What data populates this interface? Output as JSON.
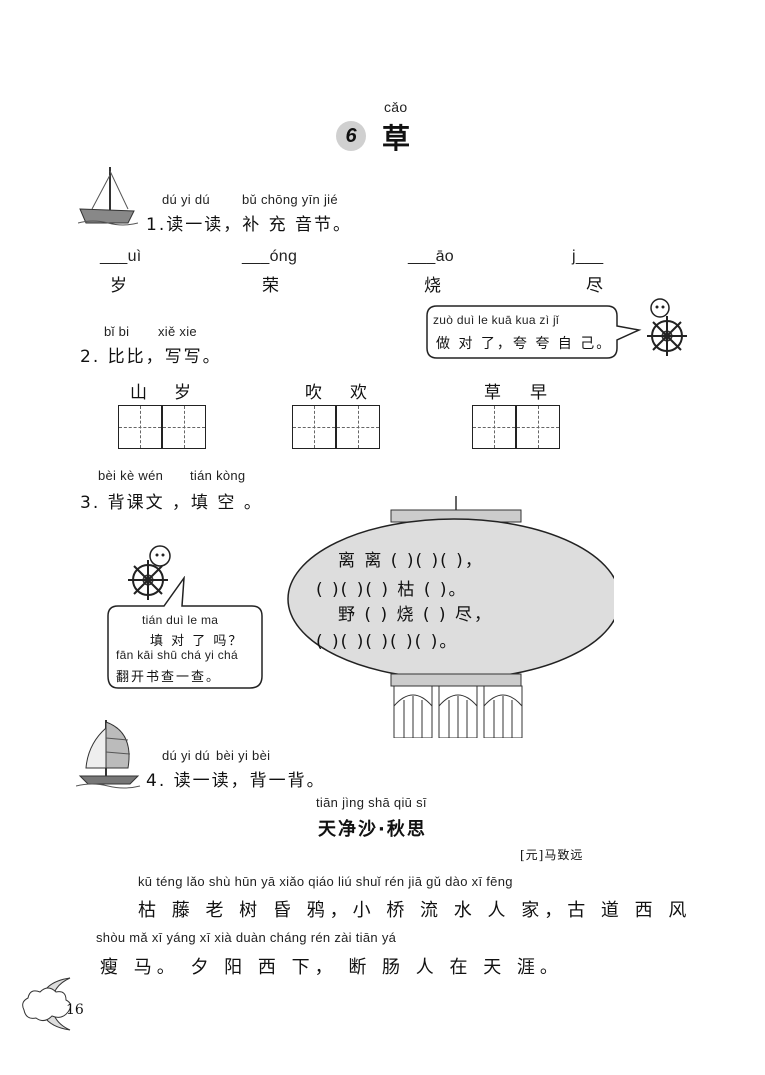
{
  "title": {
    "number": "6",
    "pinyin": "cǎo",
    "char": "草"
  },
  "s1": {
    "pinyin_parts": [
      "dú yi dú",
      "bǔ chōng yīn jié"
    ],
    "heading": "1.读一读，补 充  音节。",
    "items": [
      {
        "py": "___uì",
        "char": "岁"
      },
      {
        "py": "___óng",
        "char": "荣"
      },
      {
        "py": "___āo",
        "char": "烧"
      },
      {
        "py": "j___",
        "char": "尽"
      }
    ]
  },
  "s2": {
    "pinyin_parts": [
      "bǐ bi",
      "xiě xie"
    ],
    "heading": "2. 比比，写写。",
    "bubble_pinyin": "zuò duì le    kuā kua  zì  jǐ",
    "bubble_text": "做 对 了，夸 夸 自 己。",
    "pairs": [
      {
        "a": "山",
        "b": "岁"
      },
      {
        "a": "吹",
        "b": "欢"
      },
      {
        "a": "草",
        "b": "早"
      }
    ]
  },
  "s3": {
    "pinyin_parts": [
      "bèi kè wén",
      "tián kòng"
    ],
    "heading": "3. 背课文 ，填 空 。",
    "bubble_py1": "tián duì le  ma",
    "bubble_line1": "填 对 了 吗？",
    "bubble_py2": "fān kāi shū chá yi chá",
    "bubble_line2": "翻开书查一查。",
    "lantern_lines": [
      "离  离 (    )(    )(    )，",
      "(    )(    )(    ) 枯 (    )。",
      "野 (    ) 烧 (    ) 尽，",
      "(    )(    )(    )(    )(    )。"
    ]
  },
  "s4": {
    "pinyin_parts": [
      "dú yi dú",
      "bèi yi bèi"
    ],
    "heading": "4. 读一读，背一背。",
    "poem_title_pinyin": "tiān jìng shā      qiū  sī",
    "poem_title": "天净沙·秋思",
    "author": "[元]马致远",
    "line1_pinyin": "kū  téng lǎo shù hūn yā    xiǎo qiáo  liú  shuǐ rén jiā    gǔ dào  xī  fēng",
    "line1": "枯 藤 老 树 昏 鸦，小 桥 流 水 人 家，古 道 西 风",
    "line2_pinyin": "shòu mǎ      xī yáng xī xià    duàn cháng rén zài tiān yá",
    "line2": "瘦 马。 夕 阳 西 下， 断  肠  人 在 天 涯。"
  },
  "page_number": "16"
}
